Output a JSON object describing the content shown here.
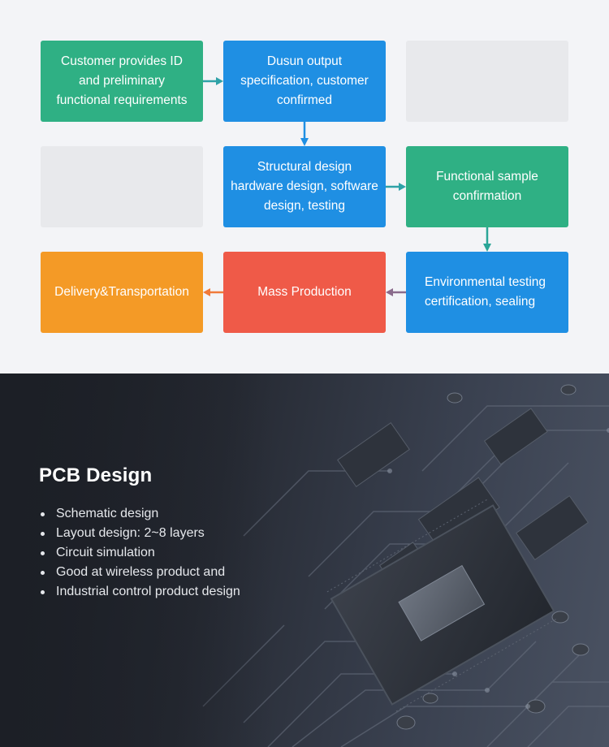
{
  "flow": {
    "step1": "Customer provides ID\nand preliminary\nfunctional requirements",
    "step2": "Dusun output\nspecification, customer\nconfirmed",
    "step3": "Structural design\nhardware design, software\ndesign, testing",
    "step4": "Functional sample\nconfirmation",
    "step5": "Environmental testing\ncertification, sealing",
    "step6": "Mass Production",
    "step7": "Delivery&Transportation"
  },
  "colors": {
    "green": "#2fb084",
    "blue": "#1f8fe3",
    "red": "#ef5a48",
    "orange": "#f49a26"
  },
  "pcb": {
    "title": "PCB Design",
    "items": [
      "Schematic design",
      "Layout design: 2~8 layers",
      "Circuit simulation",
      "Good at wireless product and",
      "Industrial control product design"
    ]
  }
}
